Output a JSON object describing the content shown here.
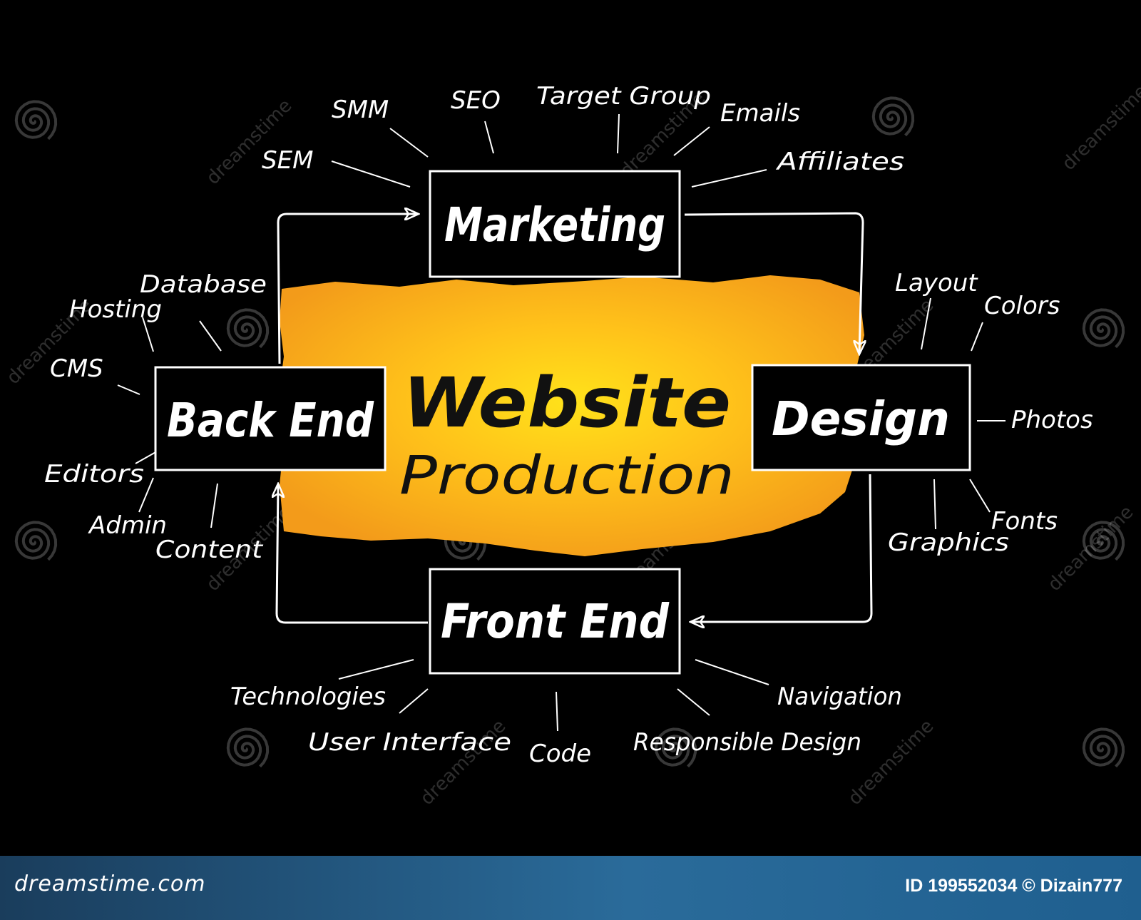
{
  "center": {
    "title": "Website",
    "subtitle": "Production"
  },
  "boxes": {
    "marketing": "Marketing",
    "design": "Design",
    "front_end": "Front End",
    "back_end": "Back End"
  },
  "marketing_keywords": [
    "SMM",
    "SEO",
    "Target Group",
    "Emails",
    "SEM",
    "Affiliates"
  ],
  "design_keywords": [
    "Layout",
    "Colors",
    "Photos",
    "Fonts",
    "Graphics"
  ],
  "front_end_keywords": [
    "Technologies",
    "Navigation",
    "User Interface",
    "Code",
    "Responsible Design"
  ],
  "back_end_keywords": [
    "Database",
    "Hosting",
    "CMS",
    "Editors",
    "Admin",
    "Content"
  ],
  "watermark": {
    "text": "dreamstime",
    "icon": "spiral-icon"
  },
  "footer": {
    "brand": "dreamstime.com",
    "credit": "ID 199552034 © Dizain777"
  },
  "colors": {
    "background": "#000000",
    "highlight": "#f7a21b",
    "highlight_core": "#ffd21a",
    "ink": "#ffffff",
    "footer": "#2a6b9a"
  }
}
